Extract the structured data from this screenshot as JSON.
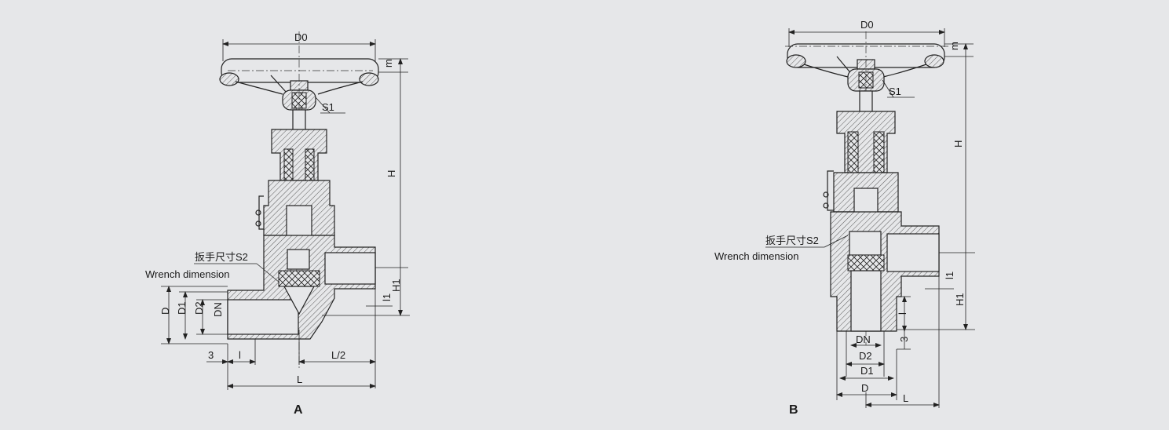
{
  "figure_a": {
    "caption": "A",
    "labels": {
      "handwheel_dia": "D0",
      "rim_thickness": "m",
      "height": "H",
      "height_lower": "H1",
      "stem_square": "S1",
      "wrench_cn": "扳手尺寸S2",
      "wrench_en": "Wrench dimension",
      "outer_dia": "D",
      "dia_1": "D1",
      "dia_2": "D2",
      "nominal": "DN",
      "gap": "3",
      "socket": "l",
      "socket_1": "l1",
      "half_length": "L/2",
      "length": "L"
    }
  },
  "figure_b": {
    "caption": "B",
    "labels": {
      "handwheel_dia": "D0",
      "rim_thickness": "m",
      "height": "H",
      "height_lower": "H1",
      "stem_square": "S1",
      "wrench_cn": "扳手尺寸S2",
      "wrench_en": "Wrench dimension",
      "outer_dia": "D",
      "dia_1": "D1",
      "dia_2": "D2",
      "nominal": "DN",
      "gap": "3",
      "socket": "l",
      "socket_1": "l1",
      "length": "L"
    }
  }
}
